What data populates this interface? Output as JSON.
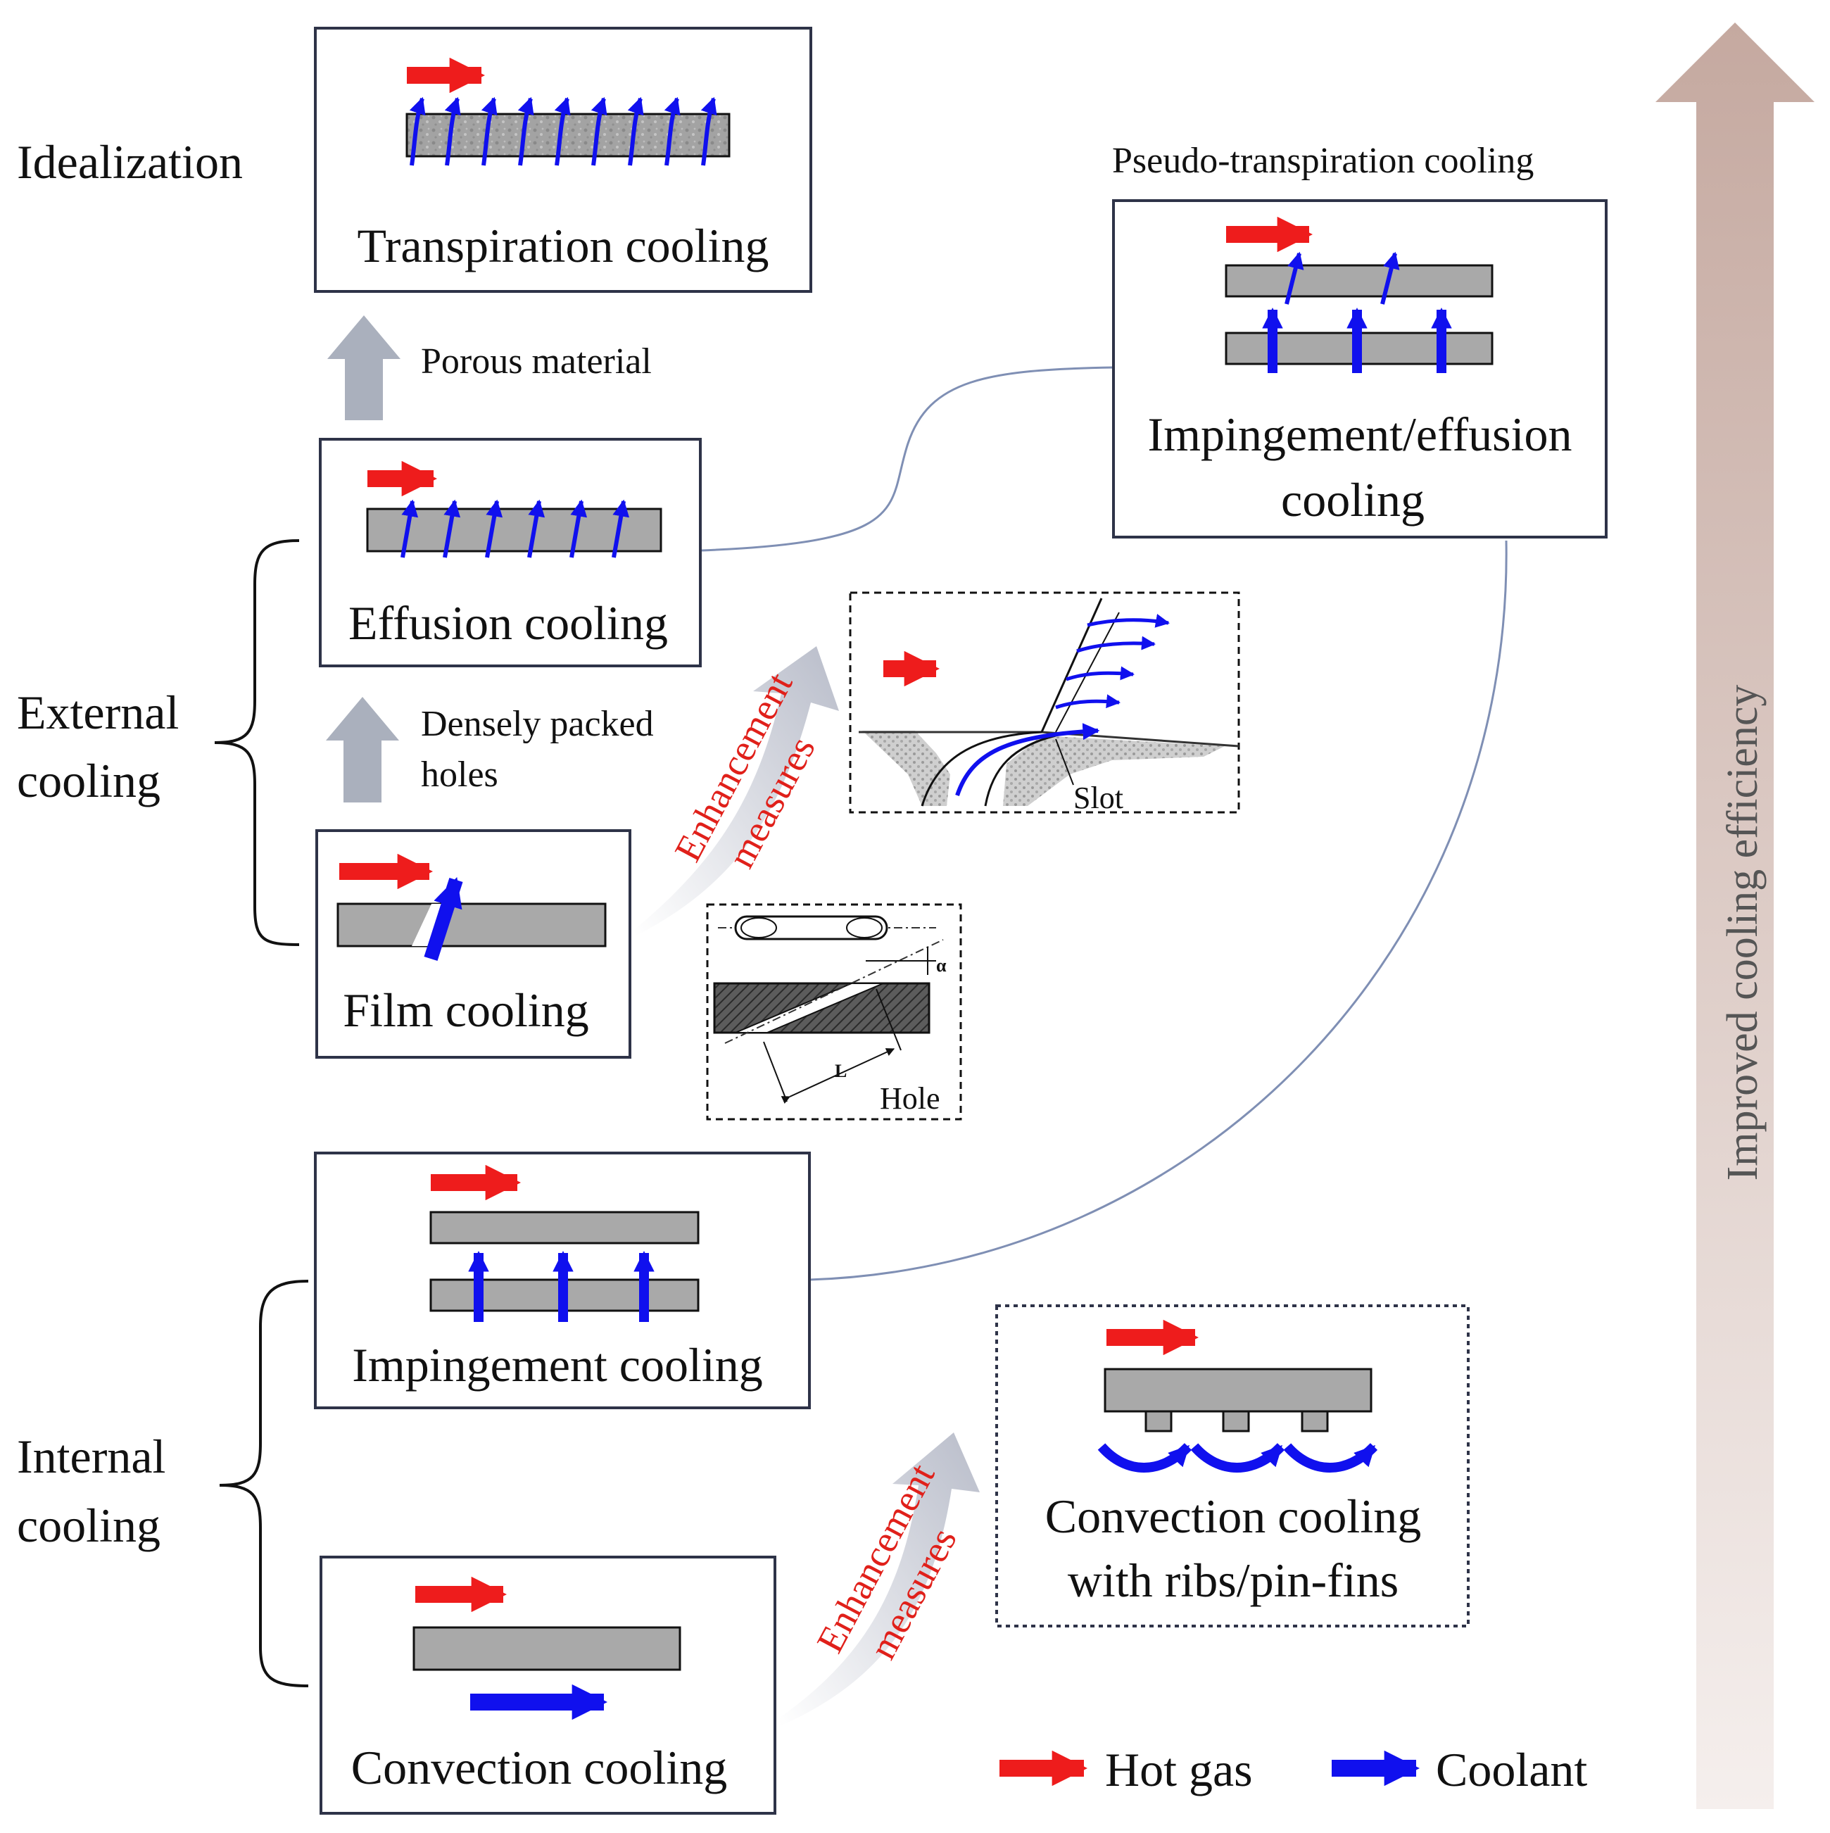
{
  "colors": {
    "hot_gas": "#ee1c1c",
    "coolant": "#1010ee",
    "plate": "#a9a9a9",
    "box_border": "#2e3348",
    "connector": "#7f8fb4",
    "efficiency_arrow_top": "#c5a9a0",
    "efficiency_arrow_bottom": "#f3ecea",
    "gray_arrow": "#aab0bd"
  },
  "categories": {
    "idealization": "Idealization",
    "external_line1": "External",
    "external_line2": "cooling",
    "internal_line1": "Internal",
    "internal_line2": "cooling"
  },
  "boxes": {
    "transpiration": "Transpiration cooling",
    "effusion": "Effusion cooling",
    "film": "Film cooling",
    "impingement": "Impingement cooling",
    "convection": "Convection cooling",
    "impingement_effusion_line1": "Impingement/effusion",
    "impingement_effusion_line2": "cooling",
    "ribs_line1": "Convection cooling",
    "ribs_line2": "with ribs/pin-fins"
  },
  "notes": {
    "porous": "Porous material",
    "densely_line1": "Densely packed",
    "densely_line2": "holes",
    "pseudo": "Pseudo-transpiration cooling"
  },
  "enhancement": {
    "line1": "Enhancement",
    "line2": "measures"
  },
  "insets": {
    "slot": "Slot",
    "hole": "Hole",
    "alpha": "α",
    "length": "L"
  },
  "legend": {
    "hot_gas": "Hot gas",
    "coolant": "Coolant"
  },
  "axis": {
    "label": "Improved cooling efficiency"
  },
  "icons": {
    "hot_gas_arrow": "red-right-arrow-icon",
    "coolant_arrow": "blue-arrow-icon"
  }
}
